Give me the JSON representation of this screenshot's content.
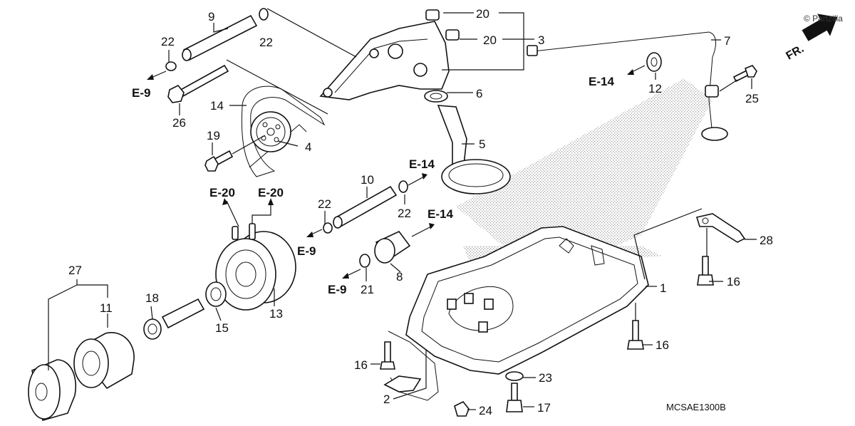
{
  "part_numbers": [
    "1",
    "2",
    "3",
    "4",
    "5",
    "6",
    "7",
    "8",
    "9",
    "10",
    "11",
    "12",
    "13",
    "14",
    "15",
    "16",
    "16",
    "16",
    "17",
    "18",
    "19",
    "20",
    "20",
    "21",
    "22",
    "22",
    "22",
    "22",
    "23",
    "24",
    "25",
    "26",
    "27",
    "28"
  ],
  "references": [
    "E-9",
    "E-9",
    "E-9",
    "E-14",
    "E-14",
    "E-14",
    "E-20",
    "E-20"
  ],
  "drawing_code": "MCSAE1300B",
  "copyright": "© Partzilla",
  "direction_label": "FR."
}
